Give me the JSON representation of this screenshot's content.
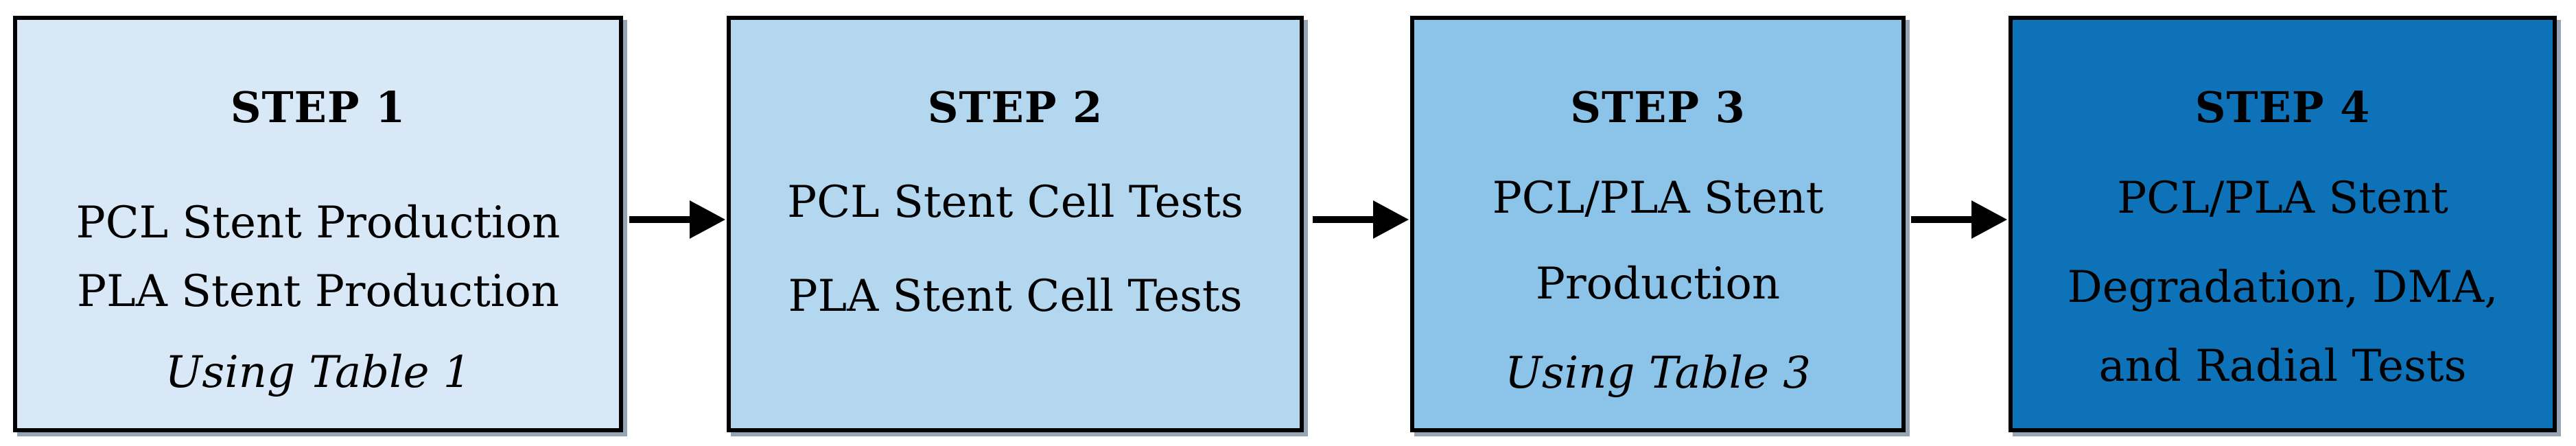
{
  "figure": {
    "type": "flowchart",
    "direction": "left-to-right",
    "border_color": "#000000",
    "text_color": "#000000"
  },
  "steps": [
    {
      "title": "STEP 1",
      "lines": [
        "PCL Stent Production",
        "PLA Stent Production",
        "Using Table 1"
      ],
      "fill": "#d9e8f6"
    },
    {
      "title": "STEP 2",
      "lines": [
        "PCL Stent Cell Tests",
        "PLA Stent Cell Tests"
      ],
      "fill": "#b3d7ef"
    },
    {
      "title": "STEP 3",
      "lines": [
        "PCL/PLA Stent",
        "Production",
        "Using Table 3"
      ],
      "fill": "#8cc3e8"
    },
    {
      "title": "STEP 4",
      "lines": [
        "PCL/PLA Stent",
        "Degradation, DMA,",
        "and Radial Tests"
      ],
      "fill": "#0e72b8"
    }
  ],
  "connectors": {
    "arrow_color": "#000000"
  }
}
